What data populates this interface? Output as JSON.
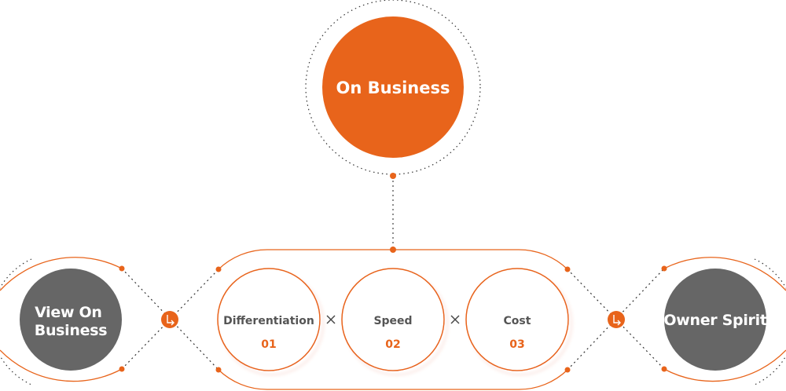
{
  "center": {
    "label": "On Business"
  },
  "left": {
    "line1": "View On",
    "line2": "Business"
  },
  "right": {
    "label": "Owner Spirit"
  },
  "steps": [
    {
      "name": "Differentiation",
      "number": "01"
    },
    {
      "name": "Speed",
      "number": "02"
    },
    {
      "name": "Cost",
      "number": "03"
    }
  ],
  "operator_symbol": "×",
  "colors": {
    "accent": "#e8641b",
    "dark_circle": "#666666",
    "text_gray": "#555555"
  }
}
